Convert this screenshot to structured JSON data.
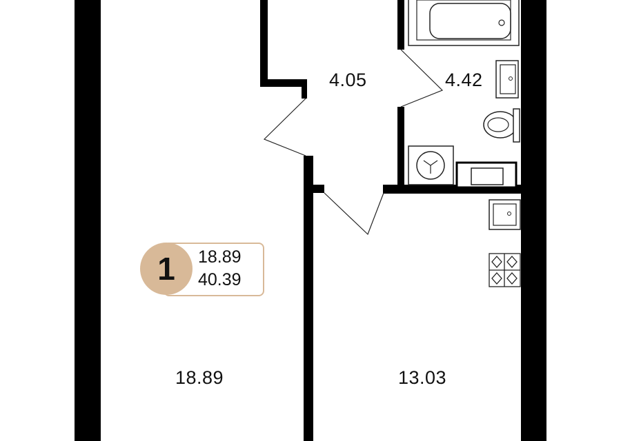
{
  "rooms": {
    "hall": "4.05",
    "bathroom": "4.42",
    "living_room": "18.89",
    "kitchen": "13.03"
  },
  "badge": {
    "rooms_count": "1",
    "living_area": "18.89",
    "total_area": "40.39"
  },
  "colors": {
    "wall": "#000000",
    "accent": "#d8b998",
    "fixture_stroke": "#222222",
    "background": "#ffffff"
  }
}
